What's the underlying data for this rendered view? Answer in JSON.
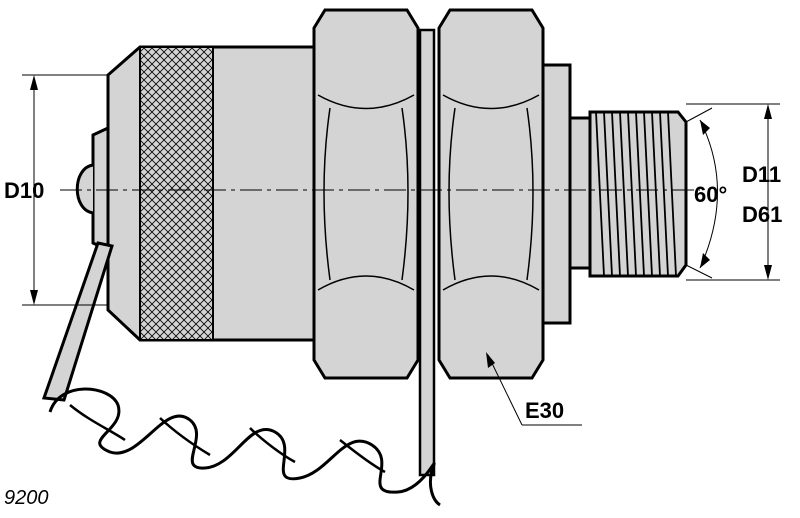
{
  "labels": {
    "d10": "D10",
    "d11": "D11",
    "d61": "D61",
    "angle": "60°",
    "e30": "E30",
    "drawing_number": "9200"
  }
}
